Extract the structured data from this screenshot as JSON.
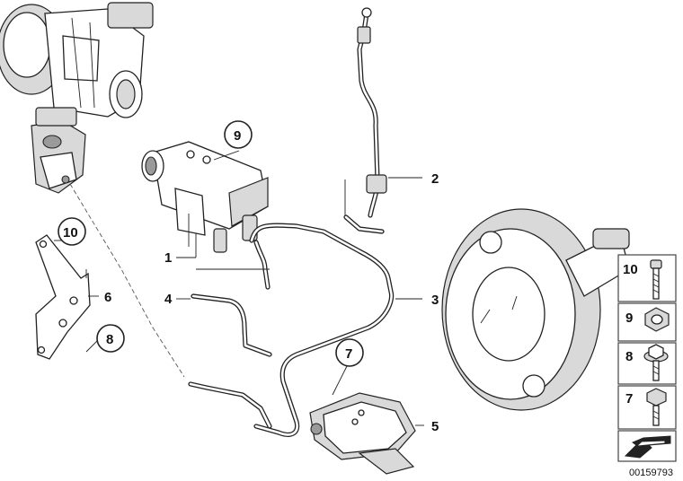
{
  "callouts": {
    "c1": "1",
    "c2": "2",
    "c3": "3",
    "c4": "4",
    "c5": "5",
    "c6": "6",
    "c7": "7",
    "c8": "8",
    "c9": "9",
    "c10": "10"
  },
  "legend_panel": {
    "items": [
      {
        "label": "10",
        "icon": "screw-icon"
      },
      {
        "label": "9",
        "icon": "hex-nut-icon"
      },
      {
        "label": "8",
        "icon": "flange-bolt-icon"
      },
      {
        "label": "7",
        "icon": "hex-bolt-icon"
      }
    ],
    "arrow_icon": "direction-arrow-icon"
  },
  "document_number": "00159793",
  "colors": {
    "line": "#222222",
    "shade": "#d9d9d9",
    "background": "#ffffff"
  }
}
